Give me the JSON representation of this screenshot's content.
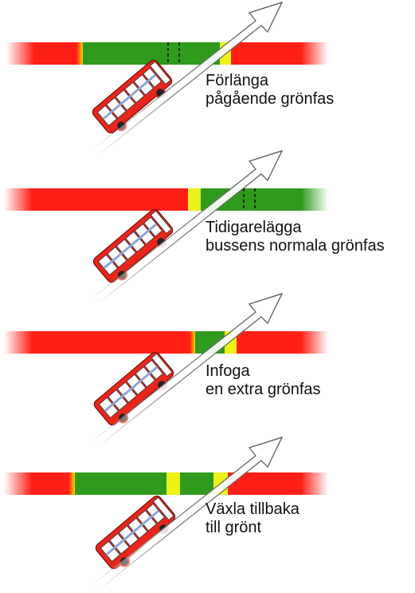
{
  "colors": {
    "red": "#ff1f17",
    "green": "#2f9a1c",
    "yellow": "#ecf21a",
    "bus_body": "#e8261b",
    "bus_window": "#ffffff",
    "arrow": "#ffffff"
  },
  "panels": [
    {
      "id": "extend",
      "label_line1": "Förlänga",
      "label_line2": "pågående grönfas",
      "phases": [
        "red",
        "green",
        "yellow",
        "red"
      ],
      "shows_original_phase_end": true
    },
    {
      "id": "advance",
      "label_line1": "Tidigarelägga",
      "label_line2": "bussens normala grönfas",
      "phases": [
        "red",
        "yellow",
        "green"
      ],
      "shows_original_phase_start": true
    },
    {
      "id": "insert",
      "label_line1": "Infoga",
      "label_line2": "en extra grönfas",
      "phases": [
        "red",
        "green",
        "yellow",
        "red"
      ]
    },
    {
      "id": "switch-back",
      "label_line1": "Växla tillbaka",
      "label_line2": "till grönt",
      "phases": [
        "red",
        "green",
        "yellow",
        "green",
        "yellow",
        "red"
      ]
    }
  ]
}
